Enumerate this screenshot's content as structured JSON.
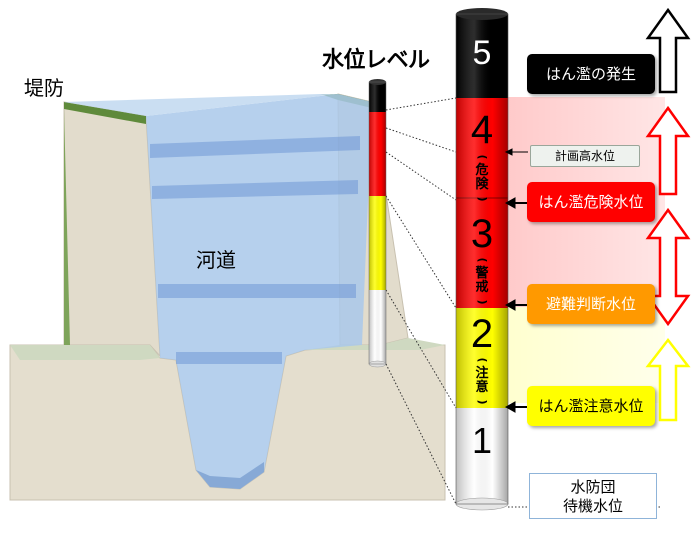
{
  "labels": {
    "embankment": "堤防",
    "river_channel": "河道",
    "water_level_title": "水位レベル"
  },
  "levels": [
    {
      "number": "5",
      "sub": "",
      "color": "#000000"
    },
    {
      "number": "4",
      "sub": "(危険)",
      "color": "#ff0000"
    },
    {
      "number": "3",
      "sub": "(警戒)",
      "color": "#ff0000"
    },
    {
      "number": "2",
      "sub": "(注意)",
      "color": "#ffff00"
    },
    {
      "number": "1",
      "sub": "",
      "color": "#ffffff"
    }
  ],
  "stages": {
    "flood_occurrence": "はん濫の発生",
    "planned_high_water": "計画高水位",
    "flood_danger": "はん濫危険水位",
    "evacuation_decision": "避難判断水位",
    "flood_caution": "はん濫注意水位",
    "standby_line1": "水防団",
    "standby_line2": "待機水位"
  },
  "colors": {
    "danger": "#ff0000",
    "evacuation": "#ff9900",
    "caution": "#ffff00",
    "occurrence": "#000000",
    "water": "#a9c8ea",
    "embankment": "#e4dece",
    "grass": "#5f8a3b"
  }
}
